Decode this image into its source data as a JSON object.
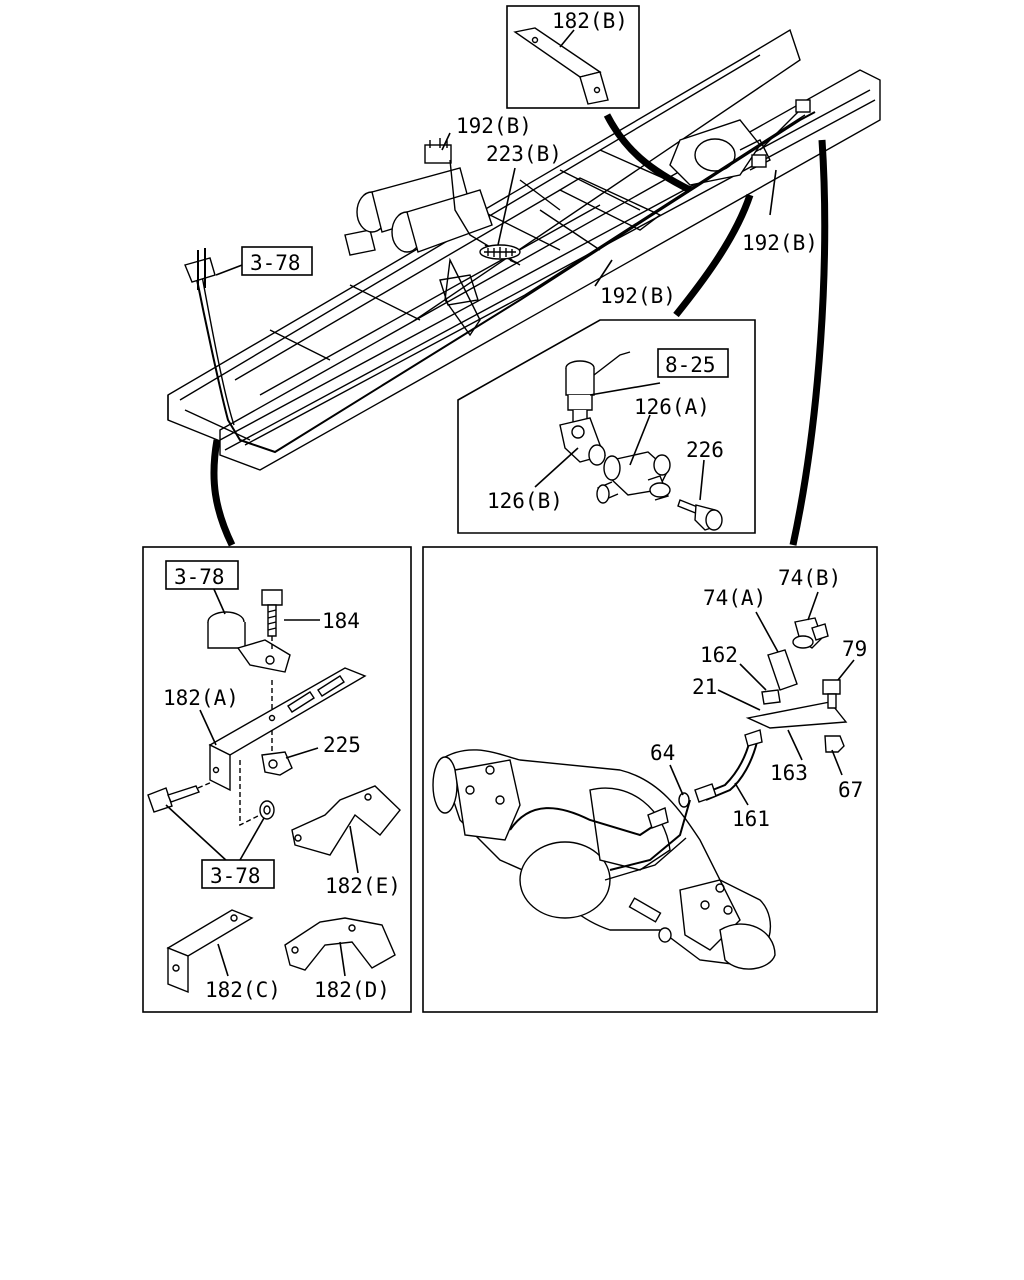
{
  "callouts": {
    "c182B_top": "182(B)",
    "c192B_1": "192(B)",
    "c223B": "223(B)",
    "c192B_2": "192(B)",
    "c192B_3": "192(B)",
    "c3_78_a": "3-78",
    "c8_25": "8-25",
    "c126A": "126(A)",
    "c226": "226",
    "c126B": "126(B)",
    "c3_78_b": "3-78",
    "c184": "184",
    "c182A": "182(A)",
    "c225": "225",
    "c3_78_c": "3-78",
    "c182E": "182(E)",
    "c182C": "182(C)",
    "c182D": "182(D)",
    "c74B": "74(B)",
    "c74A": "74(A)",
    "c79": "79",
    "c162": "162",
    "c21": "21",
    "c64": "64",
    "c163": "163",
    "c67": "67",
    "c161": "161"
  }
}
